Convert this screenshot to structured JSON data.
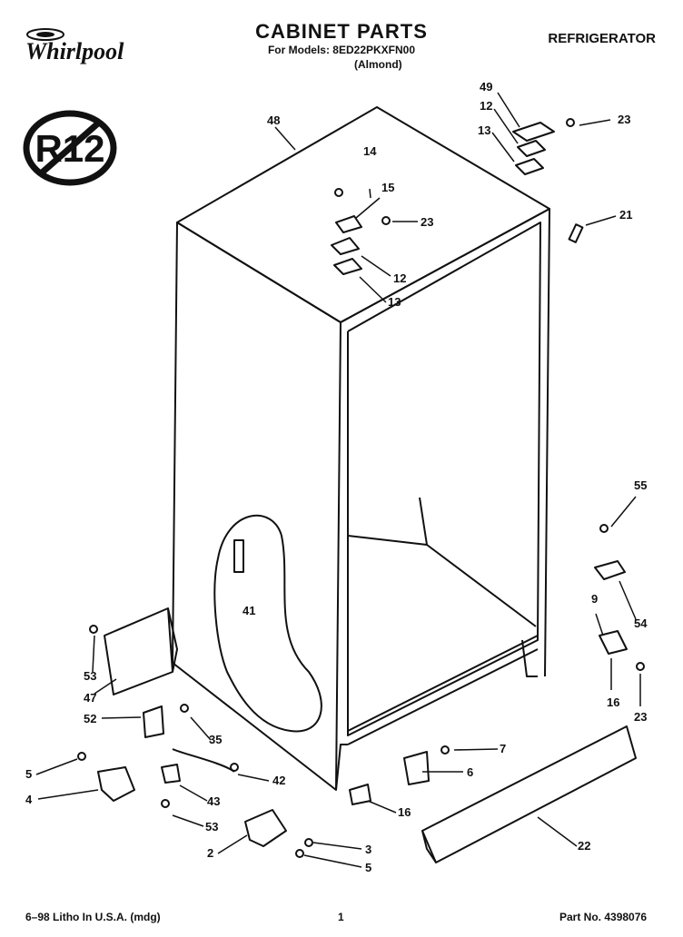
{
  "header": {
    "brand": "Whirlpool",
    "title": "CABINET PARTS",
    "models_line": "For Models: 8ED22PKXFN00",
    "color_variant": "(Almond)",
    "category": "REFRIGERATOR"
  },
  "badge": {
    "text": "R12",
    "icon": "no-r12-icon"
  },
  "callouts": {
    "c48": "48",
    "c49": "49",
    "c12a": "12",
    "c13a": "13",
    "c23a": "23",
    "c14": "14",
    "c15": "15",
    "c23b": "23",
    "c21": "21",
    "c12b": "12",
    "c13b": "13",
    "c41": "41",
    "c55": "55",
    "c9": "9",
    "c54": "54",
    "c53a": "53",
    "c47": "47",
    "c52": "52",
    "c35": "35",
    "c16a": "16",
    "c23c": "23",
    "c7": "7",
    "c6": "6",
    "c5a": "5",
    "c4": "4",
    "c42": "42",
    "c43": "43",
    "c53b": "53",
    "c16b": "16",
    "c22": "22",
    "c3": "3",
    "c2": "2",
    "c5b": "5"
  },
  "footer": {
    "litho": "6–98 Litho In U.S.A. (mdg)",
    "page": "1",
    "part_no": "Part No. 4398076"
  }
}
